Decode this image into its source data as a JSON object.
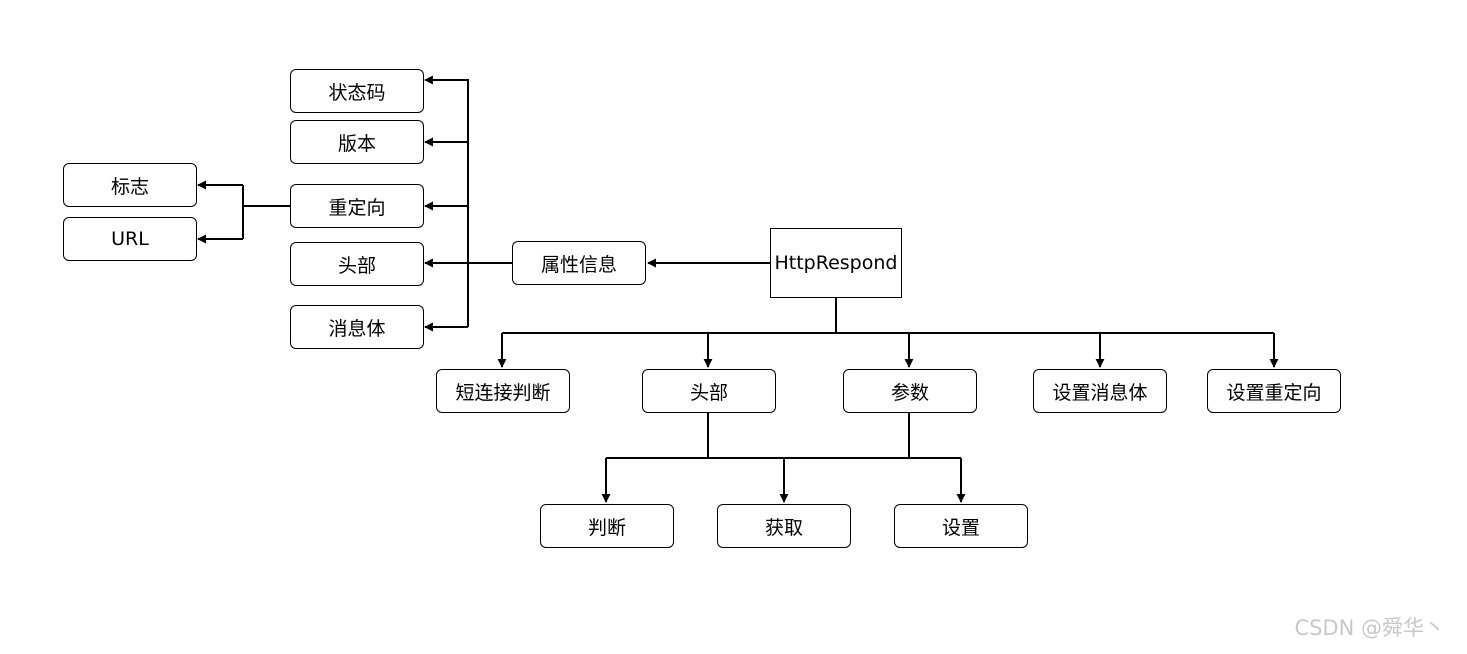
{
  "nodes": {
    "http_respond": "HttpRespond",
    "attr_info": "属性信息",
    "status_code": "状态码",
    "version": "版本",
    "redirect": "重定向",
    "header_attr": "头部",
    "body_attr": "消息体",
    "flag": "标志",
    "url": "URL",
    "short_conn": "短连接判断",
    "header_method": "头部",
    "params": "参数",
    "set_body": "设置消息体",
    "set_redirect": "设置重定向",
    "judge": "判断",
    "get": "获取",
    "set": "设置"
  },
  "watermark": "CSDN @舜华丶",
  "colors": {
    "line": "#000000",
    "box_border": "#000000",
    "watermark": "#c8c8c8"
  }
}
